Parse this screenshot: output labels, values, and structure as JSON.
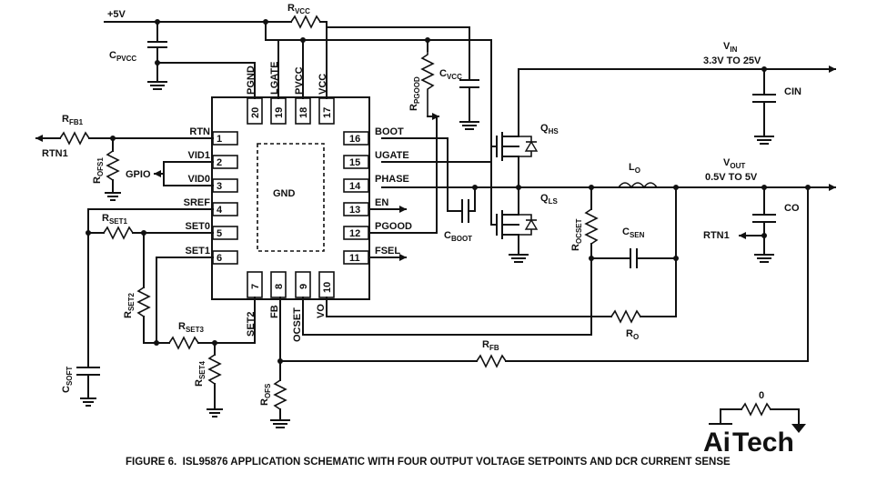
{
  "supply": {
    "plus5v": "+5V"
  },
  "components": {
    "rvcc": {
      "main": "R",
      "sub": "VCC"
    },
    "cpvcc": {
      "main": "C",
      "sub": "PVCC"
    },
    "rpgood": {
      "main": "R",
      "sub": "PGOOD"
    },
    "cvcc": {
      "main": "C",
      "sub": "VCC"
    },
    "vin": {
      "main": "V",
      "sub": "IN",
      "range": "3.3V TO 25V"
    },
    "cin": "CIN",
    "qhs": {
      "main": "Q",
      "sub": "HS"
    },
    "qls": {
      "main": "Q",
      "sub": "LS"
    },
    "lo": {
      "main": "L",
      "sub": "O"
    },
    "vout": {
      "main": "V",
      "sub": "OUT",
      "range": "0.5V TO 5V"
    },
    "co": "CO",
    "rtn1_right": "RTN1",
    "rfb1": {
      "main": "R",
      "sub": "FB1"
    },
    "rtn1_left": "RTN1",
    "rofs1": {
      "main": "R",
      "sub": "OFS1"
    },
    "gpio": "GPIO",
    "rset1": {
      "main": "R",
      "sub": "SET1"
    },
    "rset2": {
      "main": "R",
      "sub": "SET2"
    },
    "rset3": {
      "main": "R",
      "sub": "SET3"
    },
    "rset4": {
      "main": "R",
      "sub": "SET4"
    },
    "csoft": {
      "main": "C",
      "sub": "SOFT"
    },
    "cboot": {
      "main": "C",
      "sub": "BOOT"
    },
    "rocset": {
      "main": "R",
      "sub": "OCSET"
    },
    "csen": {
      "main": "C",
      "sub": "SEN"
    },
    "ro": {
      "main": "R",
      "sub": "O"
    },
    "rfb": {
      "main": "R",
      "sub": "FB"
    },
    "rofs": {
      "main": "R",
      "sub": "OFS"
    },
    "zero_res": "0"
  },
  "ic": {
    "center": "GND",
    "pins_left": [
      {
        "num": "1",
        "name": "RTN"
      },
      {
        "num": "2",
        "name": "VID1"
      },
      {
        "num": "3",
        "name": "VID0"
      },
      {
        "num": "4",
        "name": "SREF"
      },
      {
        "num": "5",
        "name": "SET0"
      },
      {
        "num": "6",
        "name": "SET1"
      }
    ],
    "pins_right": [
      {
        "num": "16",
        "name": "BOOT"
      },
      {
        "num": "15",
        "name": "UGATE"
      },
      {
        "num": "14",
        "name": "PHASE"
      },
      {
        "num": "13",
        "name": "EN"
      },
      {
        "num": "12",
        "name": "PGOOD"
      },
      {
        "num": "11",
        "name": "FSEL"
      }
    ],
    "pins_top": [
      {
        "num": "20",
        "name": "PGND"
      },
      {
        "num": "19",
        "name": "LGATE"
      },
      {
        "num": "18",
        "name": "PVCC"
      },
      {
        "num": "17",
        "name": "VCC"
      }
    ],
    "pins_bottom": [
      {
        "num": "7",
        "name": "SET2"
      },
      {
        "num": "8",
        "name": "FB"
      },
      {
        "num": "9",
        "name": "OCSET"
      },
      {
        "num": "10",
        "name": "VO"
      }
    ]
  },
  "caption": "FIGURE 6.  ISL95876 APPLICATION SCHEMATIC WITH FOUR OUTPUT VOLTAGE SETPOINTS AND DCR CURRENT SENSE",
  "watermark": "AiTech"
}
